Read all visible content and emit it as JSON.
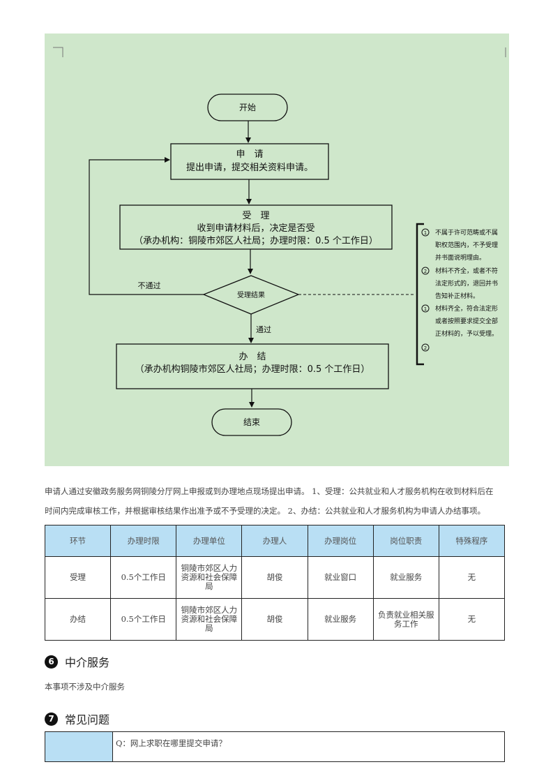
{
  "flowchart": {
    "start": "开始",
    "apply_title": "申　请",
    "apply_desc": "提出申请，提交相关资料申请。",
    "accept_title": "受　理",
    "accept_desc": "收到申请材料后，决定是否受",
    "accept_org": "（承办机构：铜陵市郊区人社局；办理时限：0.5 个工作日）",
    "decision": "受理结果",
    "reject_label": "不通过",
    "pass_label": "通过",
    "finish_title": "办　结",
    "finish_org": "（承办机构铜陵市郊区人社局；办理时限：0.5 个工作日）",
    "end": "结束",
    "notes": [
      {
        "marker": "1",
        "lines": [
          "不属于许可范畴或不属",
          "职权范围内，不予受理",
          "并书面说明理由。"
        ]
      },
      {
        "marker": "2",
        "lines": [
          "材料不齐全，或者不符",
          "法定形式的，退回并书",
          "告知补正材料。"
        ]
      },
      {
        "marker": "1",
        "lines": [
          "材料齐全，符合法定形",
          "或者按照要求提交全部",
          "正材料的，予以受理。"
        ]
      },
      {
        "marker": "2",
        "lines": []
      }
    ]
  },
  "description": {
    "line1": "申请人通过安徽政务服务网铜陵分厅网上申报或到办理地点现场提出申请。 1、受理：公共就业和人才服务机构在收到材料后在",
    "line2": "时间内完成审核工作，并根据审核结果作出准予或不予受理的决定。 2、办结：公共就业和人才服务机构为申请人办结事项。"
  },
  "process_table": {
    "headers": [
      "环节",
      "办理时限",
      "办理单位",
      "办理人",
      "办理岗位",
      "岗位职责",
      "特殊程序"
    ],
    "rows": [
      [
        "受理",
        "0.5个工作日",
        "铜陵市郊区人力资源和社会保障局",
        "胡俊",
        "就业窗口",
        "就业服务",
        "无"
      ],
      [
        "办结",
        "0.5个工作日",
        "铜陵市郊区人力资源和社会保障局",
        "胡俊",
        "就业服务",
        "负责就业相关服务工作",
        "无"
      ]
    ]
  },
  "sections": {
    "intermediary": {
      "number": "6",
      "title": "中介服务",
      "text": "本事项不涉及中介服务"
    },
    "faq": {
      "number": "7",
      "title": "常见问题",
      "question": "Q：网上求职在哪里提交申请？"
    }
  }
}
